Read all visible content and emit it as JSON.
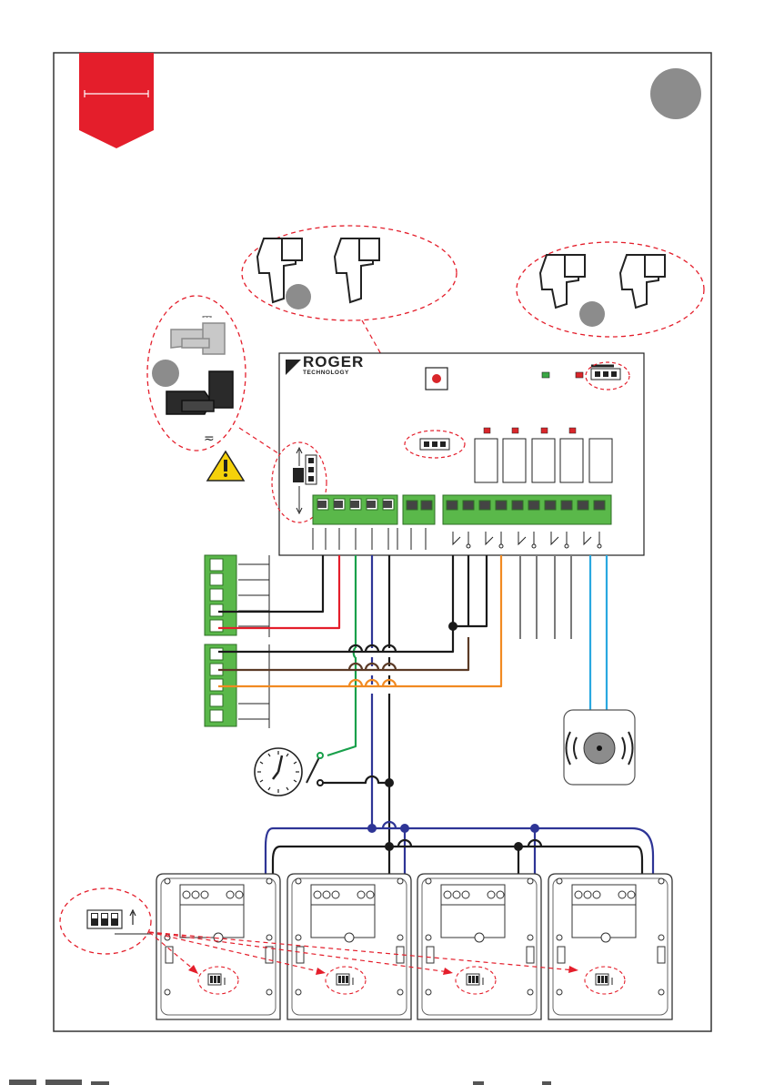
{
  "brand": {
    "name": "ROGER",
    "tagline": "TECHNOLOGY",
    "symbol_ac": "≂",
    "symbol_dc": "⎓"
  },
  "colors": {
    "accent_red": "#e41e2b",
    "callout_badge": "#8c8c8c",
    "terminal_green": "#5ab84a",
    "wire_black": "#1a1a1a",
    "wire_red": "#e41e2b",
    "wire_green": "#19a04b",
    "wire_blue": "#2e3596",
    "wire_brown": "#5b3a26",
    "wire_orange": "#f18a22",
    "wire_grey": "#7a7a7a",
    "wire_cyan": "#29a8e0",
    "led_red": "#d9262a",
    "led_green": "#3aa844"
  },
  "icons": {
    "warning": "warning-triangle-icon",
    "clock": "clock-icon",
    "siren": "siren-icon",
    "bookmark": "red-bookmark-tab"
  }
}
